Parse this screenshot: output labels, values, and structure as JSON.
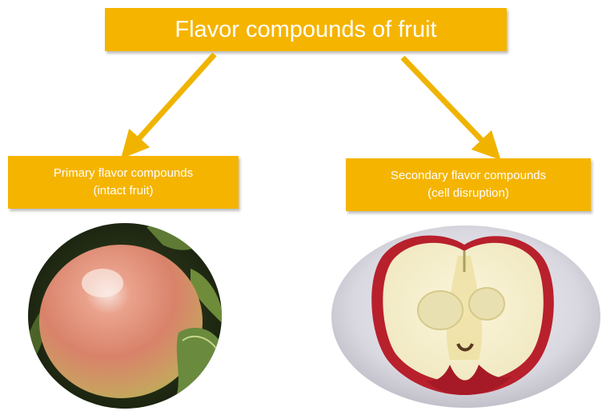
{
  "diagram": {
    "title": "Flavor compounds of fruit",
    "left_box": {
      "line1": "Primary flavor compounds",
      "line2": "(intact fruit)"
    },
    "right_box": {
      "line1": "Secondary flavor compounds",
      "line2": "(cell disruption)"
    },
    "colors": {
      "box": "#f5b400",
      "arrow": "#f0b400",
      "text": "#ffffff"
    },
    "images": {
      "left": "whole-apple-photo",
      "right": "cut-apple-photo"
    }
  }
}
